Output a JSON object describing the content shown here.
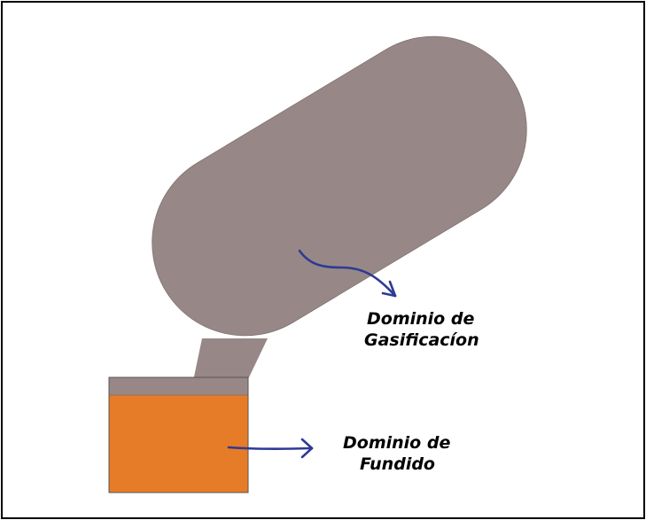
{
  "labels": {
    "gasification_line1": "Dominio de",
    "gasification_line2": "Gasificacíon",
    "melting_line1": "Dominio de",
    "melting_line2": "Fundido"
  },
  "colors": {
    "gasifier_body": "#978887",
    "melt_domain": "#e67c27",
    "arrow": "#2e3a94",
    "border": "#000000",
    "outline": "#555555"
  }
}
